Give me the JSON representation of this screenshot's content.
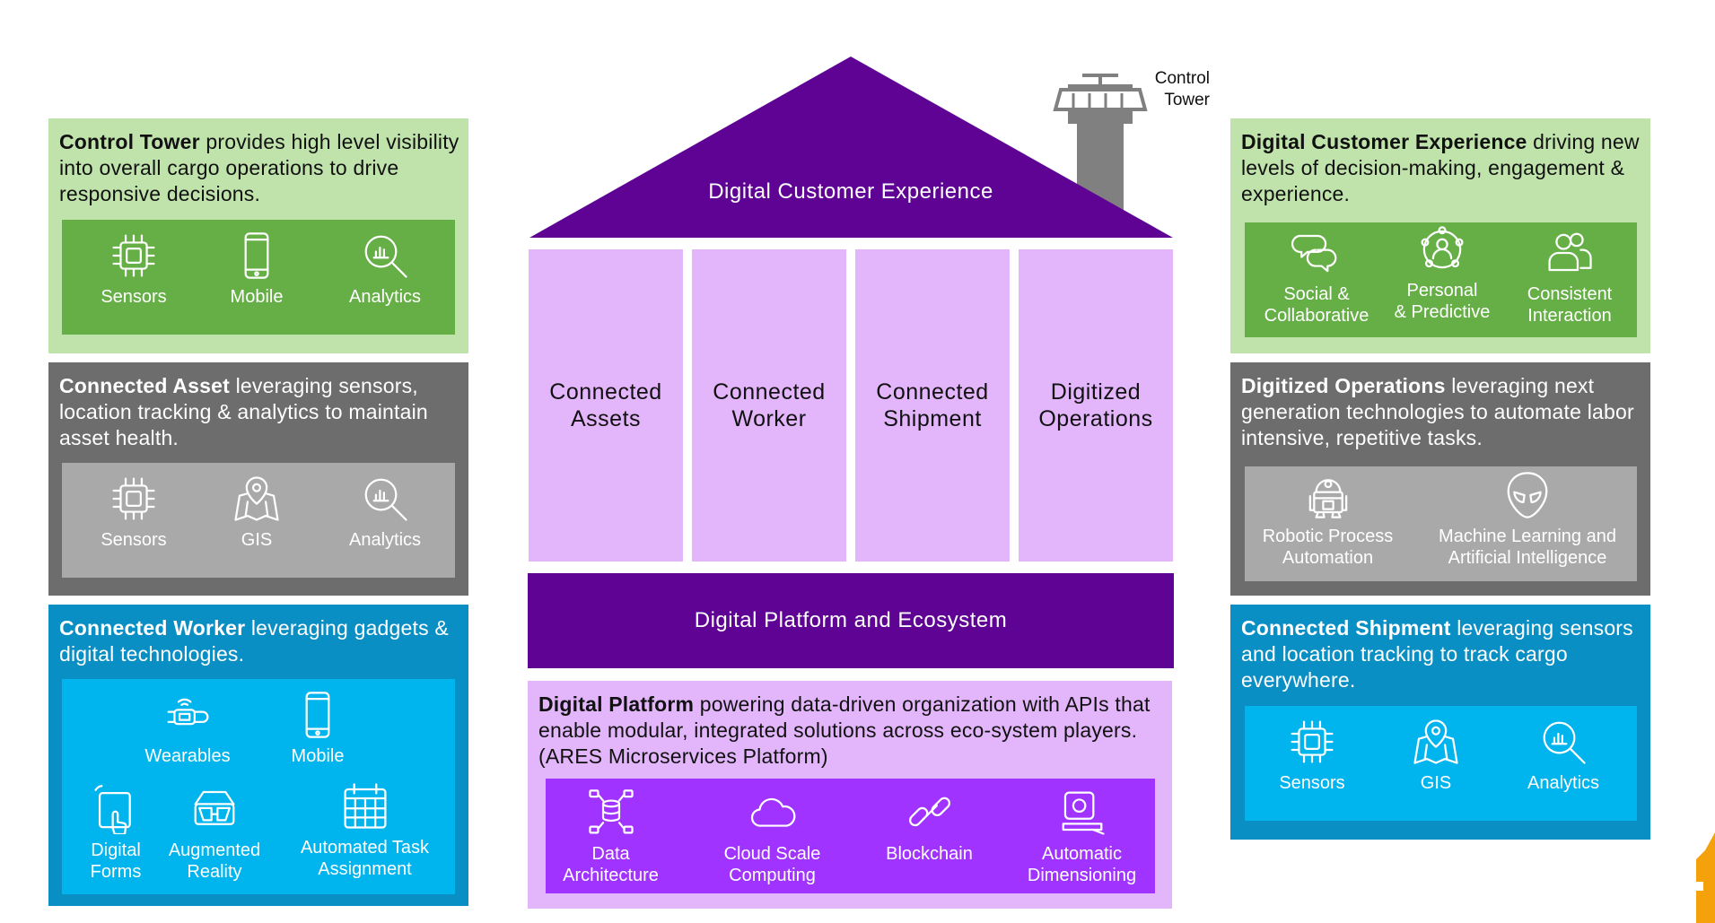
{
  "house": {
    "roof_label": "Digital Customer Experience",
    "tower_label_line1": "Control",
    "tower_label_line2": "Tower",
    "pillars": [
      {
        "label": "Connected\nAssets"
      },
      {
        "label": "Connected\nWorker"
      },
      {
        "label": "Connected\nShipment"
      },
      {
        "label": "Digitized\nOperations"
      }
    ],
    "platform_bar": "Digital Platform and Ecosystem"
  },
  "platform_panel": {
    "title_bold": "Digital Platform",
    "text": " powering data-driven organization with APIs that enable modular, integrated solutions across eco-system players. (ARES Microservices Platform)",
    "items": [
      {
        "icon": "data-architecture-icon",
        "l1": "Data",
        "l2": "Architecture"
      },
      {
        "icon": "cloud-icon",
        "l1": "Cloud Scale",
        "l2": "Computing"
      },
      {
        "icon": "blockchain-icon",
        "l1": "Blockchain",
        "l2": ""
      },
      {
        "icon": "dimensioning-icon",
        "l1": "Automatic",
        "l2": "Dimensioning"
      }
    ]
  },
  "control_tower": {
    "title_bold": "Control Tower",
    "text": " provides high level visibility into overall cargo operations to drive responsive decisions.",
    "items": [
      {
        "icon": "chip-icon",
        "label": "Sensors"
      },
      {
        "icon": "mobile-icon",
        "label": "Mobile"
      },
      {
        "icon": "analytics-icon",
        "label": "Analytics"
      }
    ]
  },
  "connected_asset": {
    "title_bold": "Connected Asset",
    "text": " leveraging sensors, location tracking & analytics to maintain asset health.",
    "items": [
      {
        "icon": "chip-icon",
        "label": "Sensors"
      },
      {
        "icon": "map-pin-icon",
        "label": "GIS"
      },
      {
        "icon": "analytics-icon",
        "label": "Analytics"
      }
    ]
  },
  "connected_worker": {
    "title_bold": "Connected Worker",
    "text": " leveraging gadgets & digital technologies.",
    "items": [
      {
        "icon": "wearable-icon",
        "l1": "Wearables",
        "l2": ""
      },
      {
        "icon": "mobile-icon",
        "l1": "Mobile",
        "l2": ""
      },
      {
        "icon": "touch-form-icon",
        "l1": "Digital",
        "l2": "Forms"
      },
      {
        "icon": "ar-glasses-icon",
        "l1": "Augmented",
        "l2": "Reality"
      },
      {
        "icon": "calendar-icon",
        "l1": "Automated Task",
        "l2": "Assignment"
      }
    ]
  },
  "digital_cx": {
    "title_bold": "Digital Customer Experience",
    "text": " driving new levels of decision-making, engagement & experience.",
    "items": [
      {
        "icon": "chat-icon",
        "l1": "Social &",
        "l2": "Collaborative"
      },
      {
        "icon": "network-person-icon",
        "l1": "Personal",
        "l2": "& Predictive"
      },
      {
        "icon": "people-icon",
        "l1": "Consistent",
        "l2": "Interaction"
      }
    ]
  },
  "digitized_ops": {
    "title_bold": "Digitized Operations",
    "text": " leveraging next generation technologies to automate labor intensive, repetitive tasks.",
    "items": [
      {
        "icon": "robot-icon",
        "l1": "Robotic Process",
        "l2": "Automation"
      },
      {
        "icon": "alien-head-icon",
        "l1": "Machine Learning and",
        "l2": "Artificial Intelligence"
      }
    ]
  },
  "connected_shipment": {
    "title_bold": "Connected Shipment",
    "text": " leveraging sensors and location tracking to track cargo everywhere.",
    "items": [
      {
        "icon": "chip-icon",
        "label": "Sensors"
      },
      {
        "icon": "map-pin-icon",
        "label": "GIS"
      },
      {
        "icon": "analytics-icon",
        "label": "Analytics"
      }
    ]
  },
  "colors": {
    "purple_dark": "#5f0395",
    "purple_light": "#e3b5fb",
    "purple_mid": "#a033ff",
    "green_light": "#c0e3ac",
    "green": "#66af46",
    "gray_dark": "#6d6d6d",
    "gray_light": "#a9a9a9",
    "blue_dark": "#0a8fc4",
    "blue": "#00b4ed",
    "orange": "#f5a10c"
  }
}
